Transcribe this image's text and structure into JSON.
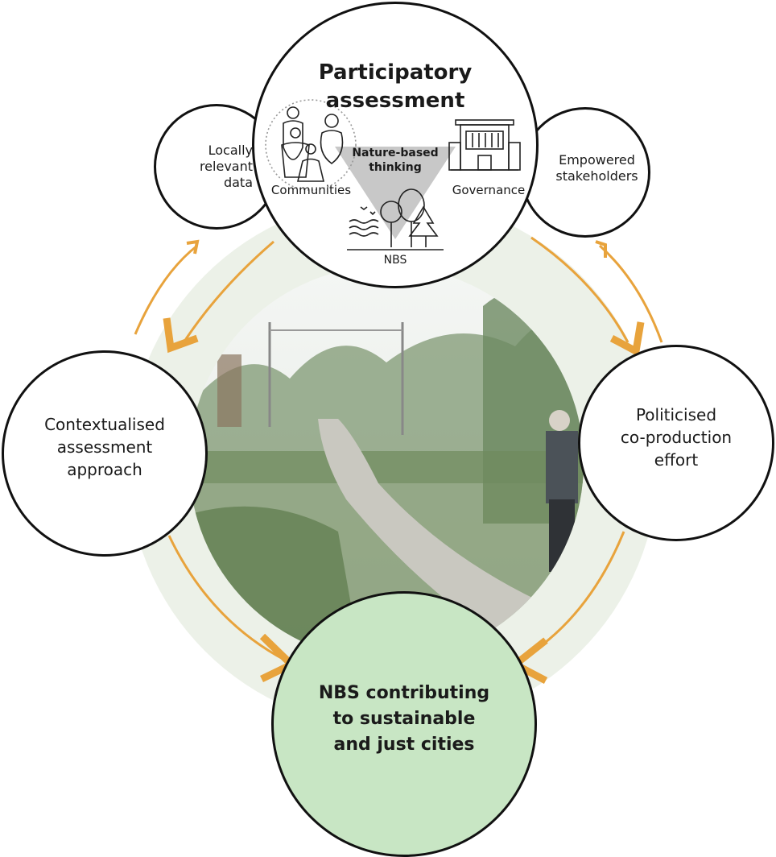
{
  "participatory": {
    "title_line1": "Participatory",
    "title_line2": "assessment",
    "communities": "Communities",
    "governance": "Governance",
    "nbt_line1": "Nature-based",
    "nbt_line2": "thinking",
    "nbs": "NBS"
  },
  "locally": {
    "line1": "Locally",
    "line2": "relevant",
    "line3": "data"
  },
  "empowered": {
    "line1": "Empowered",
    "line2": "stakeholders"
  },
  "contextualised": {
    "line1": "Contextualised",
    "line2": "assessment",
    "line3": "approach"
  },
  "politicised": {
    "line1": "Politicised",
    "line2": "co-production",
    "line3": "effort"
  },
  "outcome": {
    "line1": "NBS contributing",
    "line2": "to sustainable",
    "line3": "and just cities"
  },
  "colors": {
    "arrow": "#E8A33C",
    "outcome_fill": "#C8E6C4",
    "stroke": "#111111",
    "triangle": "#C8C8C8",
    "photo_ring": "#E6EDE0"
  }
}
